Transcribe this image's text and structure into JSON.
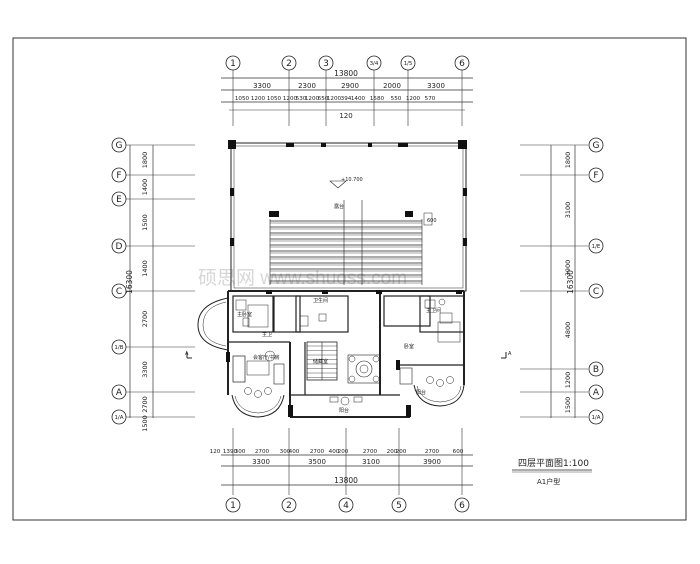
{
  "drawing": {
    "title": "四层平面图1:100",
    "subtitle": "A1户型",
    "watermark": "硕思网 www.shuoss.com",
    "elevation": "+10.700",
    "section_mark": "A",
    "stair_note": "600"
  },
  "axes": {
    "top": [
      "1",
      "2",
      "3",
      "3/4",
      "1/5",
      "6"
    ],
    "bottom": [
      "1",
      "2",
      "4",
      "5",
      "6"
    ],
    "left": [
      "G",
      "F",
      "E",
      "D",
      "C",
      "1/B",
      "A",
      "1/A"
    ],
    "right": [
      "G",
      "F",
      "1/E",
      "C",
      "B",
      "A",
      "1/A"
    ]
  },
  "dims": {
    "top_total": "13800",
    "top_mid": [
      "3300",
      "2300",
      "2900",
      "2000",
      "3300"
    ],
    "top_fine": [
      "1050",
      "1200",
      "1050",
      "1200",
      "530",
      "1200",
      "650",
      "1200",
      "394",
      "1400",
      "1580",
      "550",
      "1200",
      "570"
    ],
    "top_sub": "120",
    "bottom_fine": [
      "120",
      "1390",
      "300",
      "2700",
      "300",
      "400",
      "2700",
      "400",
      "200",
      "2700",
      "200",
      "200",
      "2700",
      "600"
    ],
    "bottom_mid": [
      "3300",
      "3500",
      "3100",
      "3900"
    ],
    "bottom_total": "13800",
    "left_segments": [
      "1800",
      "1400",
      "1500",
      "1400",
      "2700",
      "3300",
      "2700",
      "1500"
    ],
    "left_total": "16300",
    "right_segments": [
      "1800",
      "3100",
      "3900",
      "4800",
      "1200",
      "1500"
    ],
    "right_total": "16300"
  },
  "rooms": {
    "terrace": "露台",
    "master_bath_l": "主卫",
    "bath_r": "主卫间",
    "bedroom_r": "卧室",
    "bath_l": "卫生间",
    "master_bed": "主卧室",
    "living": "会客厅/书房",
    "study": "储藏室",
    "balcony_mid": "阳台",
    "balcony_r": "阳台"
  }
}
